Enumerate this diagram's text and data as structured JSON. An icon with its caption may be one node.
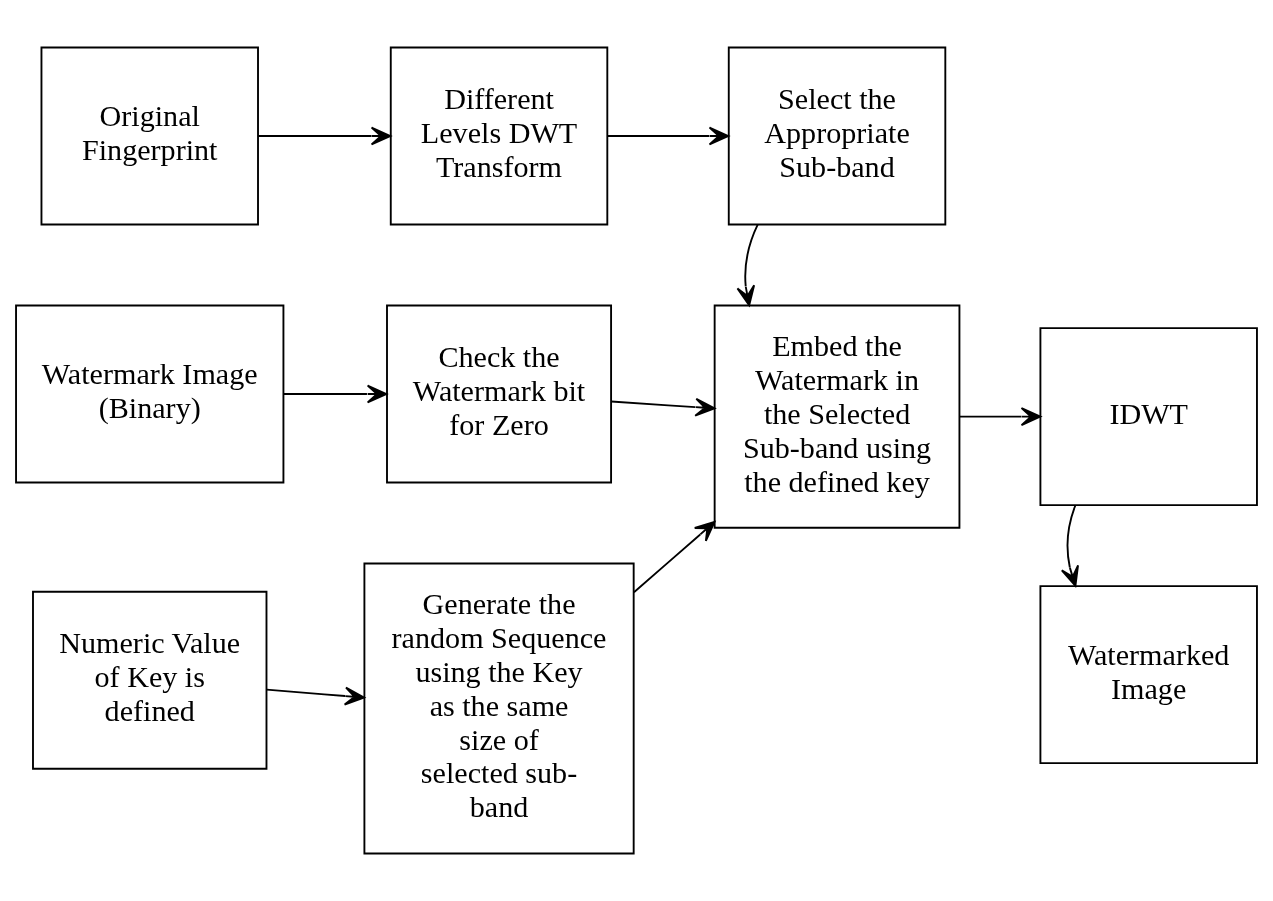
{
  "diagram": {
    "nodes": [
      {
        "text": [
          "Original Fingerprint"
        ]
      },
      {
        "text": [
          "Different Levels DWT Transform"
        ]
      },
      {
        "text": [
          "Select the Appropriate Sub-band"
        ]
      },
      {
        "text": [
          "Watermark Image (Binary)"
        ]
      },
      {
        "text": [
          "Check the Watermark bit for Zero"
        ]
      },
      {
        "text": [
          "Embed the Watermark in the Selected Sub-band using the defined key"
        ]
      },
      {
        "text": [
          "IDWT"
        ]
      },
      {
        "text": [
          "Numeric Value of Key is defined"
        ]
      },
      {
        "text": [
          "Generate the random Sequence using the Key as the same size of selected sub-band"
        ]
      },
      {
        "text": [
          "Watermarked Image"
        ]
      }
    ],
    "edges": [
      {
        "from": 0,
        "to": 1,
        "arrow": "to"
      },
      {
        "from": 1,
        "to": 2,
        "arrow": "to"
      },
      {
        "from": 2,
        "to": 5,
        "arrow": "to"
      },
      {
        "from": 3,
        "to": 4,
        "arrow": "to"
      },
      {
        "from": 4,
        "to": 5,
        "arrow": "to"
      },
      {
        "from": 5,
        "to": 6,
        "arrow": "to"
      },
      {
        "from": 7,
        "to": 8,
        "arrow": "to"
      },
      {
        "from": 8,
        "to": 5,
        "arrow": "to"
      },
      {
        "from": 6,
        "to": 9,
        "arrow": "to"
      }
    ]
  }
}
